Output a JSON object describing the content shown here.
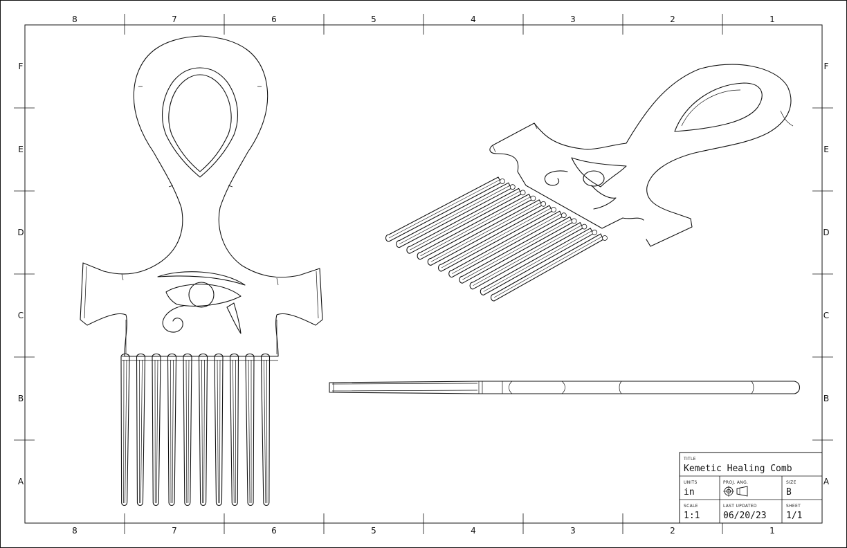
{
  "zones": {
    "columns": [
      "8",
      "7",
      "6",
      "5",
      "4",
      "3",
      "2",
      "1"
    ],
    "rows": [
      "F",
      "E",
      "D",
      "C",
      "B",
      "A"
    ]
  },
  "title_block": {
    "title_caption": "TITLE",
    "title": "Kemetic Healing Comb",
    "units_caption": "UNITS",
    "units": "in",
    "proj_caption": "PROJ. ANG.",
    "size_caption": "SIZE",
    "size": "B",
    "scale_caption": "SCALE",
    "scale": "1:1",
    "updated_caption": "LAST UPDATED",
    "updated": "06/20/23",
    "sheet_caption": "SHEET",
    "sheet": "1/1"
  },
  "views": [
    "front-view",
    "isometric-view",
    "side-view"
  ],
  "icons": [
    "projection-symbol-icon"
  ]
}
